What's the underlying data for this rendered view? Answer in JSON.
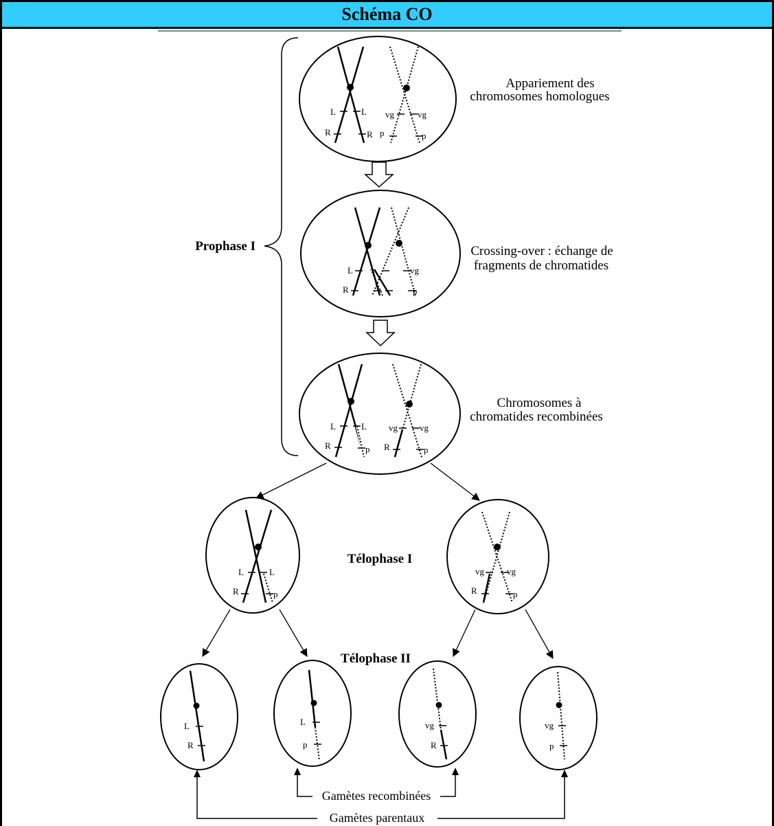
{
  "header": {
    "title": "Schéma CO"
  },
  "phases": {
    "prophase": "Prophase I",
    "telophase1": "Télophase I",
    "telophase2": "Télophase II"
  },
  "steps": {
    "pairing": [
      "Appariement des",
      "chromosomes homologues"
    ],
    "crossing": [
      "Crossing-over : échange de",
      "fragments de chromatides"
    ],
    "recombined": [
      "Chromosomes à",
      "chromatides recombinées"
    ]
  },
  "genes": {
    "L": "L",
    "R": "R",
    "vg": "vg",
    "p": "p"
  },
  "gametes": {
    "recombined": "Gamètes recombinées",
    "parental": "Gamètes parentaux"
  }
}
